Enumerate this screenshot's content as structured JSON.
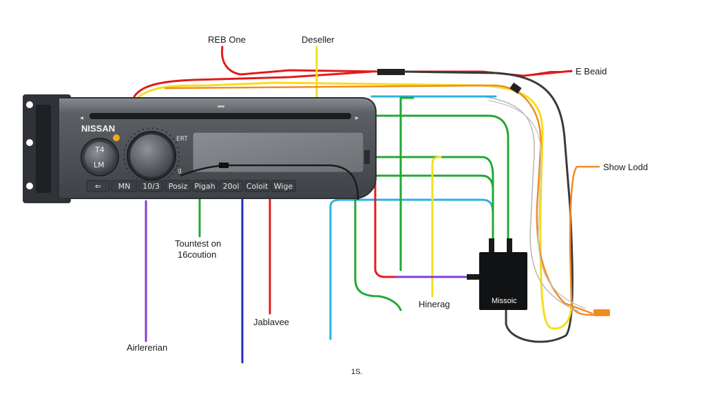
{
  "radio": {
    "brand": "NISSAN",
    "left_knob_top": "T4",
    "left_knob_bottom": "LM",
    "right_knob_marks_top": "ERT",
    "right_knob_marks_bottom": "g",
    "buttons": [
      "⇐",
      "MN",
      "10/3",
      "Posiz",
      "Pigah",
      "20ol",
      "Coloit",
      "Wige"
    ]
  },
  "module": {
    "label": "Missoic"
  },
  "labels": {
    "top_left": "REB One",
    "top_center": "Deseller",
    "top_right": "E Beaid",
    "right_middle": "Show Lodd",
    "left_middle_line1": "Tountest on",
    "left_middle_line2": "16coution",
    "bottom_left": "Airlererian",
    "bottom_center": "Jablavee",
    "bottom_right": "Hinerag",
    "footer": "1S."
  },
  "colors": {
    "red": "#e11b1b",
    "yellow": "#f4de1c",
    "green": "#22a832",
    "cyan": "#27b2e3",
    "purple": "#7c3fd0",
    "blue": "#1f2fb8",
    "orange": "#f08c22",
    "black": "#1a1a1a",
    "radio_body": "#555a5e"
  }
}
